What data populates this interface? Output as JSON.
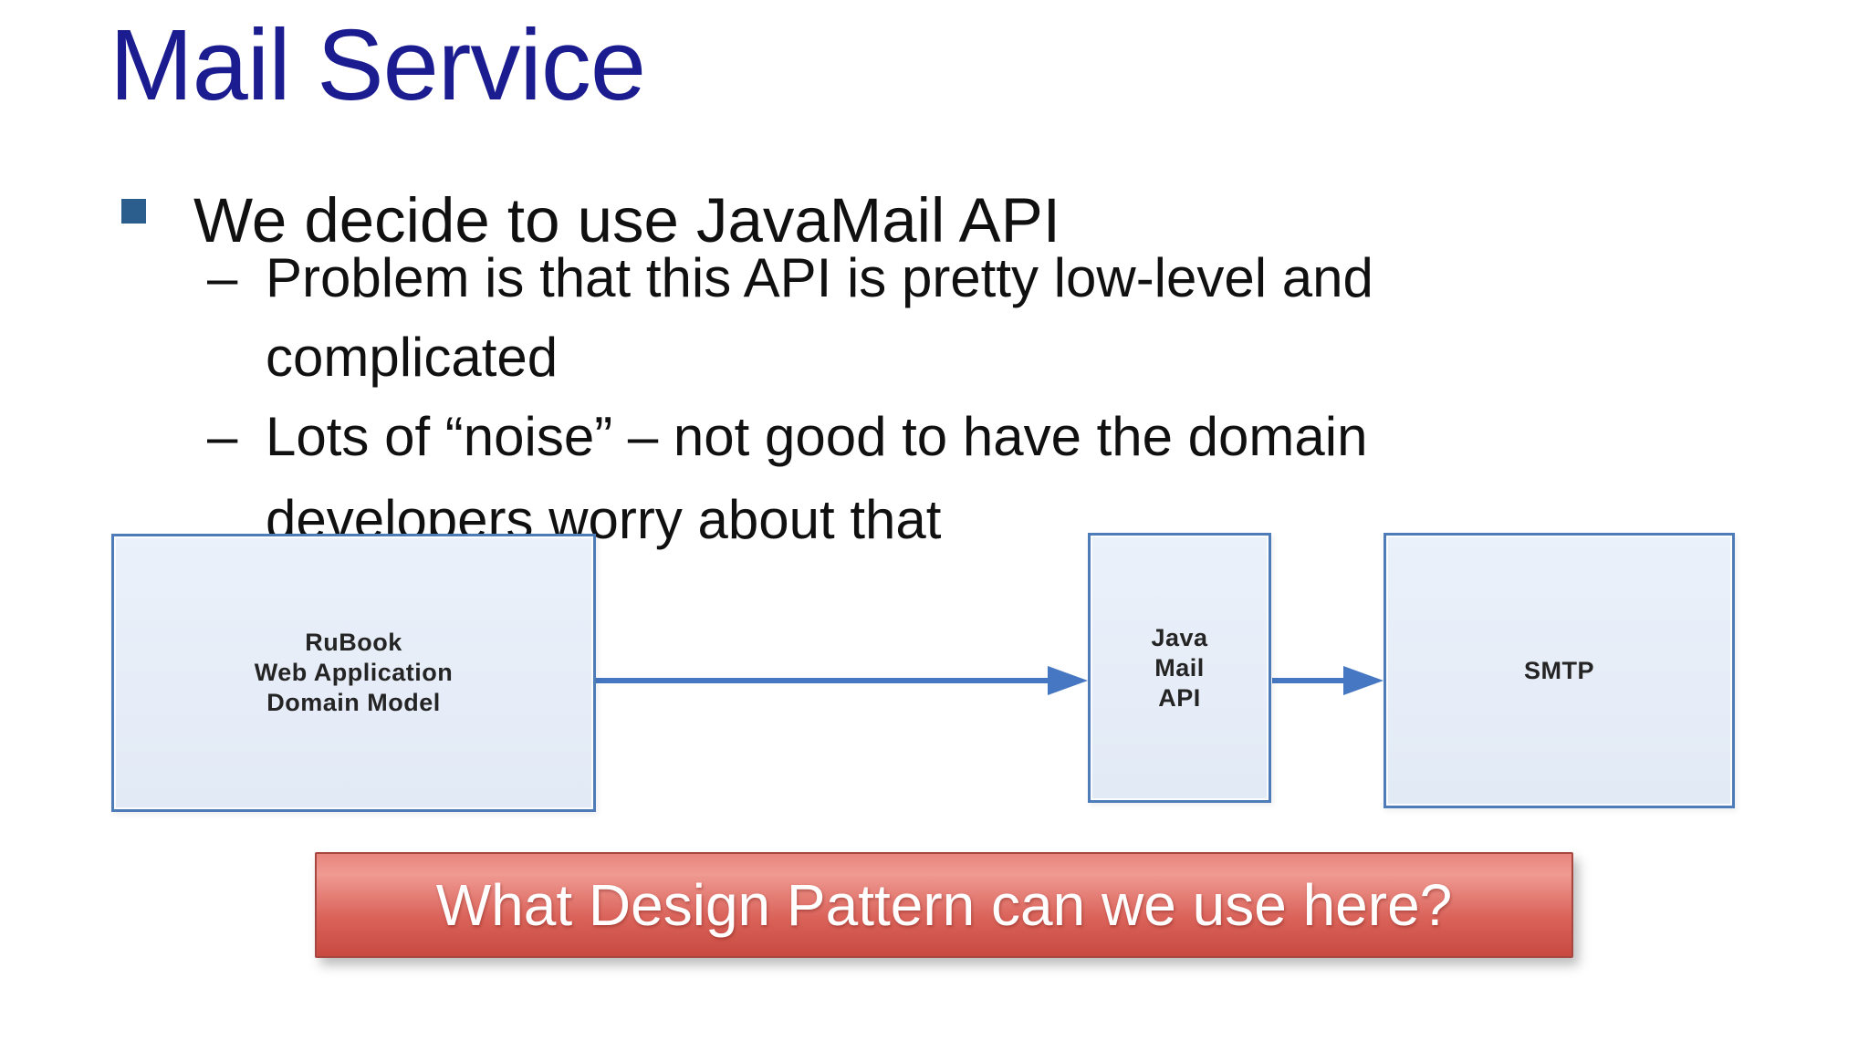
{
  "slide": {
    "title": "Mail Service",
    "bullets": {
      "dash_marker": "–",
      "main": "We decide to use JavaMail API",
      "sub1_line1": "Problem is that this API is pretty low-level and",
      "sub1_line2": "complicated",
      "sub2_line1": "Lots of “noise” – not good to have the domain",
      "sub2_line2": "developers worry about that"
    },
    "diagram": {
      "nodes": [
        {
          "id": "rubook",
          "lines": [
            "RuBook",
            "Web Application",
            "Domain Model"
          ]
        },
        {
          "id": "javamail",
          "lines": [
            "Java",
            "Mail",
            "API"
          ]
        },
        {
          "id": "smtp",
          "lines": [
            "SMTP"
          ]
        }
      ],
      "arrows": [
        {
          "from": "rubook",
          "to": "javamail"
        },
        {
          "from": "javamail",
          "to": "smtp"
        }
      ]
    },
    "banner": {
      "text": "What Design Pattern can we use here?"
    },
    "colors": {
      "title": "#1b1c90",
      "body_text": "#101010",
      "bullet_marker": "#2b5e8c",
      "box_border": "#4d7cb8",
      "box_fill": "#e8eef8",
      "arrow": "#4577c2",
      "banner_gradient_top": "#ee978f",
      "banner_gradient_bottom": "#c84a40",
      "banner_border": "#a84640",
      "banner_text": "#ffffff"
    }
  }
}
